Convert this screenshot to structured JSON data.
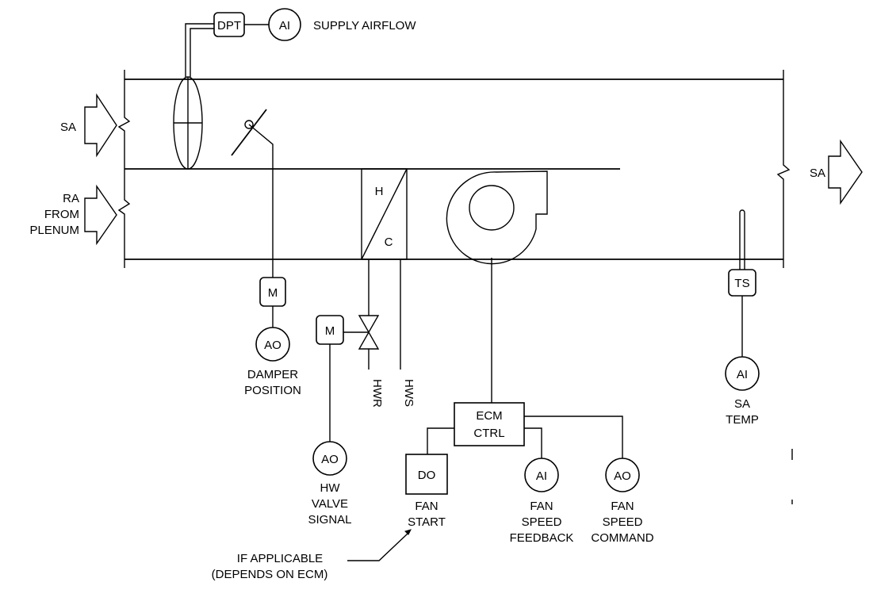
{
  "labels": {
    "dpt": "DPT",
    "ai_airflow": "AI",
    "supply_airflow": "SUPPLY AIRFLOW",
    "sa_in": "SA",
    "ra_line1": "RA",
    "ra_line2": "FROM",
    "ra_line3": "PLENUM",
    "sa_out": "SA",
    "coil_h": "H",
    "coil_c": "C",
    "damper_m": "M",
    "damper_ao": "AO",
    "damper_line1": "DAMPER",
    "damper_line2": "POSITION",
    "valve_m": "M",
    "hwr": "HWR",
    "hws": "HWS",
    "hw_ao": "AO",
    "hw_line1": "HW",
    "hw_line2": "VALVE",
    "hw_line3": "SIGNAL",
    "ecm_line1": "ECM",
    "ecm_line2": "CTRL",
    "do": "DO",
    "fan_start_1": "FAN",
    "fan_start_2": "START",
    "fb_ai": "AI",
    "fb_1": "FAN",
    "fb_2": "SPEED",
    "fb_3": "FEEDBACK",
    "cmd_ao": "AO",
    "cmd_1": "FAN",
    "cmd_2": "SPEED",
    "cmd_3": "COMMAND",
    "ts": "TS",
    "sa_temp_ai": "AI",
    "sa_temp_1": "SA",
    "sa_temp_2": "TEMP",
    "note_1": "IF APPLICABLE",
    "note_2": "(DEPENDS ON ECM)"
  }
}
